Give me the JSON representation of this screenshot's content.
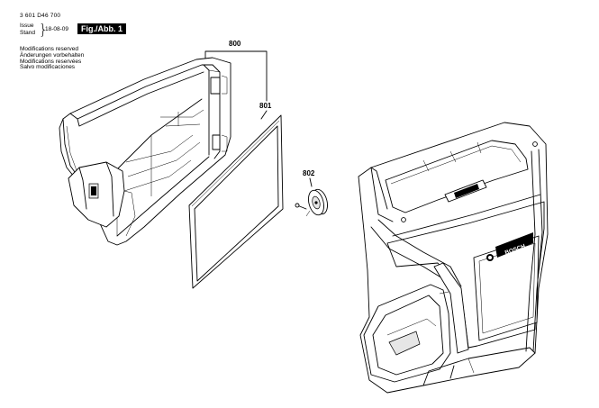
{
  "header": {
    "part_number": "3 601  D46 700",
    "issue_label": "Issue",
    "stand_label": "Stand",
    "date": "18-08-09",
    "figure_label": "Fig./Abb. 1",
    "modifications": [
      "Modifications reserved",
      "Änderungen vorbehalten",
      "Modifications reservées",
      "Salvo modificaciones"
    ]
  },
  "callouts": {
    "c800": "800",
    "c801": "801",
    "c802": "802"
  },
  "brand": {
    "name": "BOSCH"
  }
}
